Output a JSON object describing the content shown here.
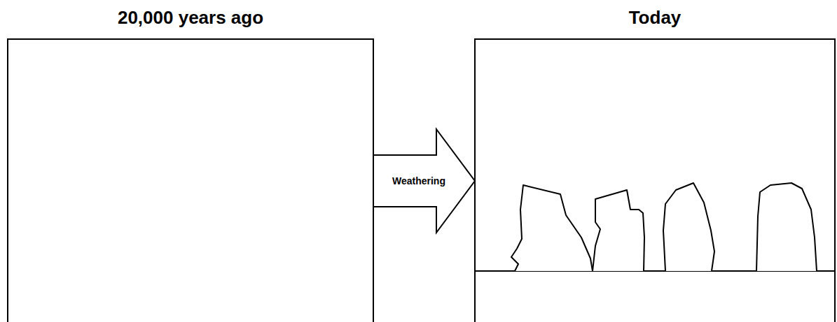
{
  "diagram": {
    "nodes": [
      {
        "text": [
          "20,000 years ago"
        ]
      },
      {
        "text": [
          "Today"
        ]
      }
    ],
    "edges": [
      {
        "from": 0,
        "to": 1,
        "arrow": "to",
        "label": "Weathering"
      }
    ]
  }
}
